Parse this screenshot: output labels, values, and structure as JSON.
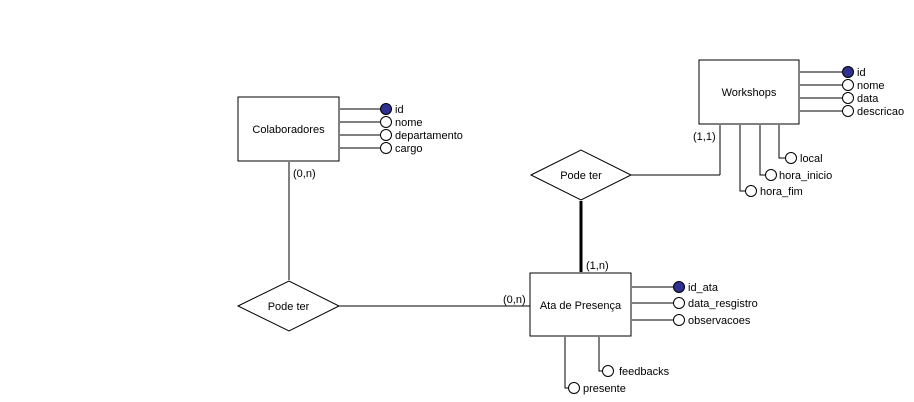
{
  "diagram": {
    "entities": {
      "colaboradores": {
        "name": "Colaboradores",
        "attributes": [
          {
            "label": "id",
            "key": true
          },
          {
            "label": "nome",
            "key": false
          },
          {
            "label": "departamento",
            "key": false
          },
          {
            "label": "cargo",
            "key": false
          }
        ]
      },
      "workshops": {
        "name": "Workshops",
        "attributes": [
          {
            "label": "id",
            "key": true
          },
          {
            "label": "nome",
            "key": false
          },
          {
            "label": "data",
            "key": false
          },
          {
            "label": "descricao",
            "key": false
          },
          {
            "label": "local",
            "key": false
          },
          {
            "label": "hora_inicio",
            "key": false
          },
          {
            "label": "hora_fim",
            "key": false
          }
        ]
      },
      "ata": {
        "name": "Ata de Presença",
        "attributes": [
          {
            "label": "id_ata",
            "key": true
          },
          {
            "label": "data_resgistro",
            "key": false
          },
          {
            "label": "observacoes",
            "key": false
          },
          {
            "label": "feedbacks",
            "key": false
          },
          {
            "label": "presente",
            "key": false
          }
        ]
      }
    },
    "relationships": {
      "rel_workshop_ata": {
        "name": "Pode ter"
      },
      "rel_colab_ata": {
        "name": "Pode ter"
      }
    },
    "cardinalities": {
      "colaboradores": "(0,n)",
      "ata_left": "(0,n)",
      "ata_top": "(1,n)",
      "workshops": "(1,1)"
    },
    "colors": {
      "key_fill": "#2e3192",
      "stroke": "#000000"
    }
  }
}
